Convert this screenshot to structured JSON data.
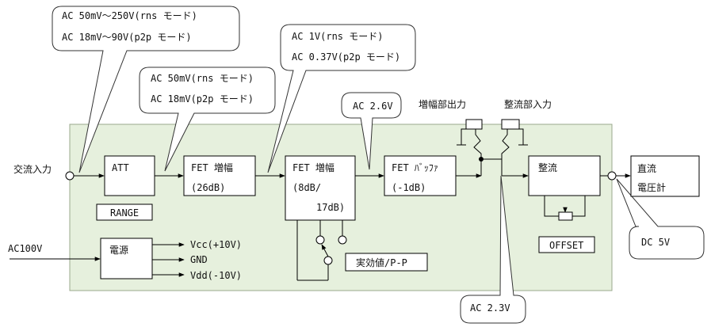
{
  "callouts": {
    "input_range": {
      "line1": "AC 50mV～250V(rns モード)",
      "line2": "AC 18mV～90V(p2p モード)"
    },
    "att_out": {
      "line1": "AC 50mV(rns モード)",
      "line2": "AC 18mV(p2p モード)"
    },
    "fet1_out": {
      "line1": "AC 1V(rns モード)",
      "line2": "AC 0.37V(p2p モード)"
    },
    "fet2_out": {
      "line1": "AC 2.6V"
    },
    "rect_in": {
      "line1": "AC 2.3V"
    },
    "dc_out": {
      "line1": "DC 5V"
    }
  },
  "labels": {
    "ac_input": "交流入力",
    "ac100v": "AC100V",
    "amp_output": "増幅部出力",
    "rect_input": "整流部入力",
    "range": "RANGE",
    "offset": "OFFSET",
    "effective_pp": "実効値/P-P"
  },
  "blocks": {
    "att": "ATT",
    "fet1": {
      "line1": "FET 増幅",
      "line2": "(26dB)"
    },
    "fet2": {
      "line1": "FET 増幅",
      "line2": "(8dB/",
      "line3": "17dB)"
    },
    "buffer": {
      "line1": "FET ﾊﾞｯﾌｧ",
      "line2": "(-1dB)"
    },
    "rectifier": "整流",
    "power": "電源",
    "dc_meter": {
      "line1": "直流",
      "line2": "電圧計"
    }
  },
  "power_outputs": {
    "vcc": "Vcc(+10V)",
    "gnd": "GND",
    "vdd": "Vdd(-10V)"
  }
}
